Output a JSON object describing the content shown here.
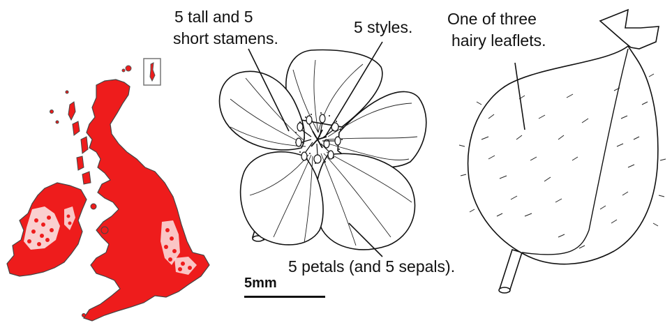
{
  "labels": {
    "stamens_line1": "5 tall and 5",
    "stamens_line2": "short stamens.",
    "styles": "5 styles.",
    "leaflet_line1": "One of three",
    "leaflet_line2": "hairy leaflets.",
    "petals": "5 petals (and 5 sepals).",
    "scale": "5mm"
  },
  "colors": {
    "map_fill": "#ee1c1c",
    "line": "#111111",
    "background": "#ffffff"
  }
}
